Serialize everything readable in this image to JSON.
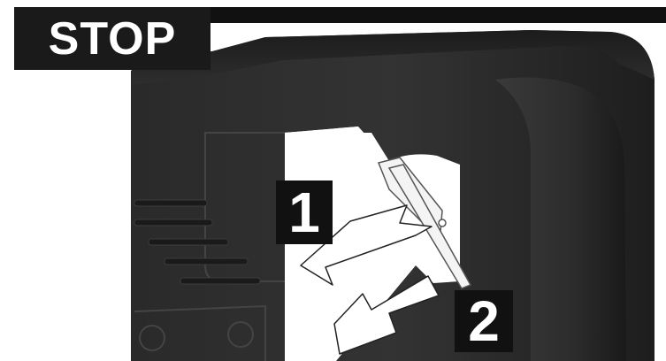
{
  "header": {
    "stop_label": "STOP"
  },
  "steps": [
    {
      "label": "1"
    },
    {
      "label": "2"
    }
  ]
}
